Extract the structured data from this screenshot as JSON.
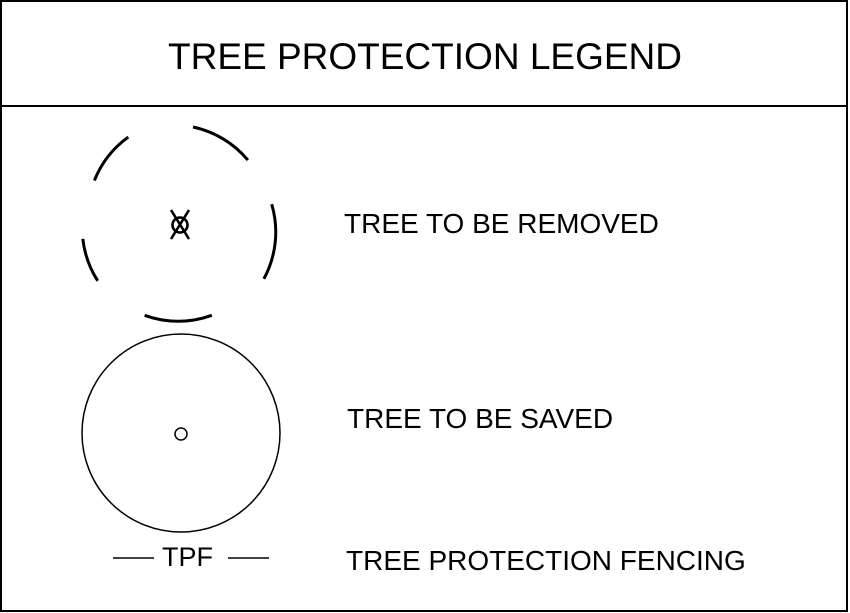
{
  "legend": {
    "title": "TREE PROTECTION LEGEND",
    "items": [
      {
        "symbol": "dashed-circle-x-icon",
        "label": "TREE TO BE REMOVED"
      },
      {
        "symbol": "circle-dot-icon",
        "label": "TREE TO BE SAVED"
      },
      {
        "symbol": "fence-line-icon",
        "symbol_text": "TPF",
        "label": "TREE PROTECTION FENCING"
      }
    ]
  },
  "colors": {
    "line": "#000000",
    "background": "#ffffff"
  }
}
